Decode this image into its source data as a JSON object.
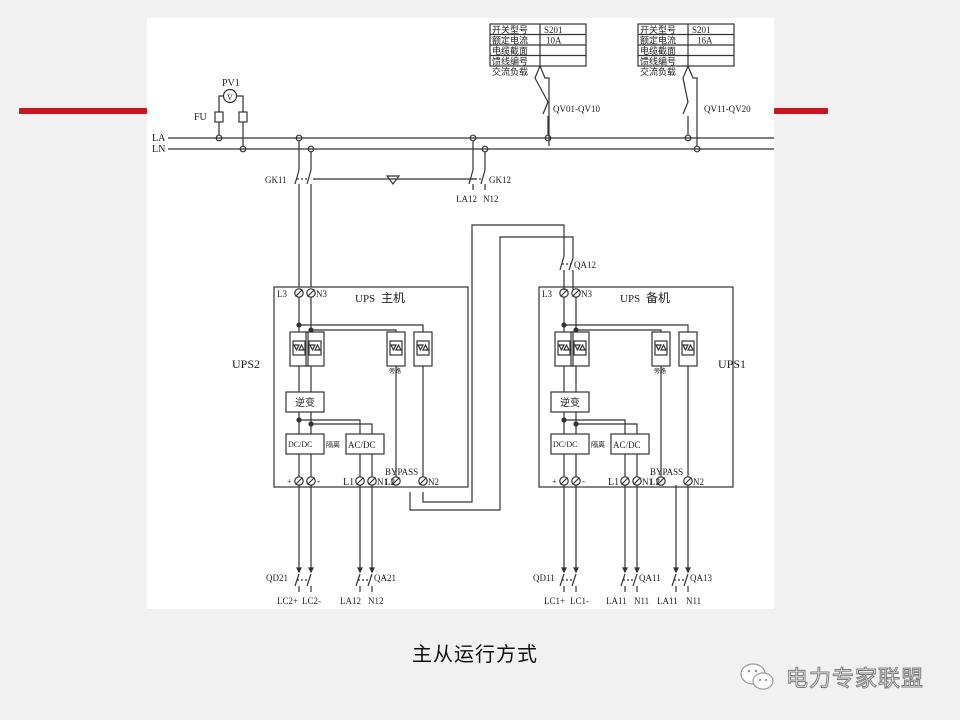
{
  "colors": {
    "accent_bar": "#c8161d",
    "line": "#333333",
    "panel": "#ffffff",
    "background": "#f1f1f1"
  },
  "bus": {
    "la_label": "LA",
    "ln_label": "LN"
  },
  "meter": {
    "pv_label": "PV1",
    "v_symbol": "V",
    "fuse_label": "FU"
  },
  "switches": {
    "gk11": "GK11",
    "gk12": "GK12",
    "la12_top": "LA12",
    "n12_top": "N12",
    "qa12": "QA12",
    "qv_left": "QV01-QV10",
    "qv_right": "QV11-QV20"
  },
  "load_tables": [
    {
      "rows": [
        [
          "开关型号",
          "S201"
        ],
        [
          "额定电流",
          "10A"
        ],
        [
          "电缆截面",
          ""
        ],
        [
          "馈线编号",
          ""
        ]
      ],
      "footer": "交流负载"
    },
    {
      "rows": [
        [
          "开关型号",
          "S201"
        ],
        [
          "额定电流",
          "16A"
        ],
        [
          "电缆截面",
          ""
        ],
        [
          "馈线编号",
          ""
        ]
      ],
      "footer": "交流负载"
    }
  ],
  "ups_main": {
    "name": "UPS2",
    "title_ups": "UPS",
    "title_role": "主机",
    "l3": "L3",
    "n3": "N3",
    "bypass_note": "旁路",
    "inverter": "逆变",
    "dcdc": "DC/DC",
    "isolation": "隔离",
    "acdc": "AC/DC",
    "plus": "+",
    "minus": "-",
    "l1": "L1",
    "n1": "N1",
    "bypass": "BYPASS",
    "l2": "L2",
    "n2": "N2"
  },
  "ups_backup": {
    "name": "UPS1",
    "title_ups": "UPS",
    "title_role": "备机",
    "l3": "L3",
    "n3": "N3",
    "bypass_note": "旁路",
    "inverter": "逆变",
    "dcdc": "DC/DC",
    "isolation": "隔离",
    "acdc": "AC/DC",
    "plus": "+",
    "minus": "-",
    "l1": "L1",
    "n1": "N1",
    "bypass": "BYPASS",
    "l2": "L2",
    "n2": "N2"
  },
  "outputs": {
    "qd21": "QD21",
    "lc2p": "LC2+",
    "lc2m": "LC2-",
    "qa21": "QA21",
    "la12": "LA12",
    "n12": "N12",
    "qd11": "QD11",
    "lc1p": "LC1+",
    "lc1m": "LC1-",
    "qa11": "QA11",
    "la11a": "LA11",
    "n11a": "N11",
    "qa13": "QA13",
    "la11b": "LA11",
    "n11b": "N11"
  },
  "caption": "主从运行方式",
  "watermark": {
    "icon": "wechat-icon",
    "text": "电力专家联盟"
  }
}
